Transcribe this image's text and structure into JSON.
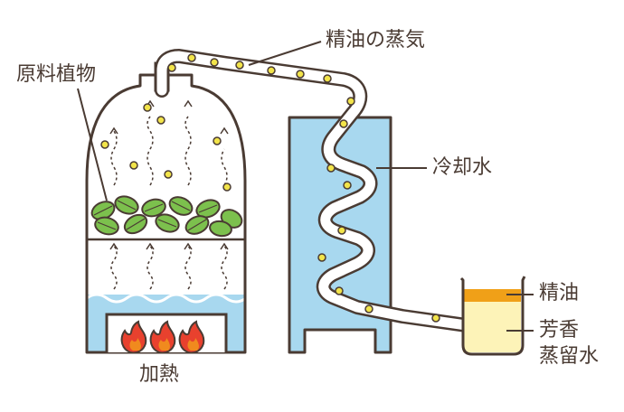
{
  "labels": {
    "plant": "原料植物",
    "vapor": "精油の蒸気",
    "coolant": "冷却水",
    "heat": "加熱",
    "oil": "精油",
    "hydrosol_line1": "芳香",
    "hydrosol_line2": "蒸留水"
  },
  "colors": {
    "outline": "#4a3b33",
    "water": "#a8d8ef",
    "oil": "#f0a018",
    "hydrosol": "#fdf3b8",
    "droplet": "#f2e44a",
    "leaf": "#7cc04d",
    "flame": "#e8412e"
  }
}
